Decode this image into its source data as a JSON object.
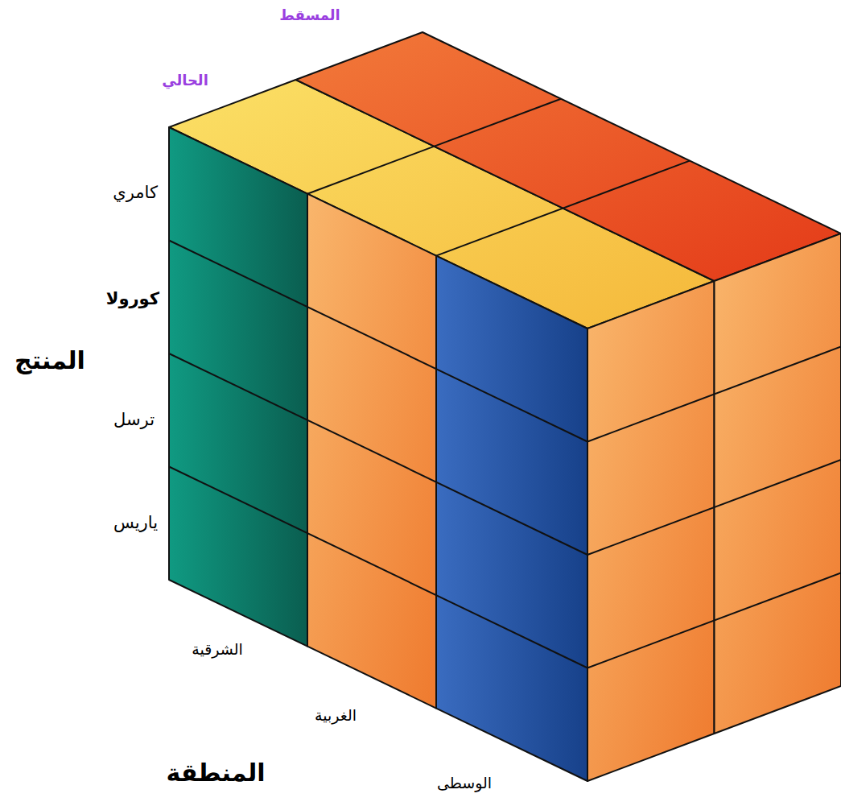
{
  "diagram": {
    "labels": [
      "المسقط",
      "الحالي",
      "كامري",
      "كورولا",
      "المنتج",
      "ترسل",
      "ياريس",
      "الشرقية",
      "الغربية",
      "المنطقة",
      "الوسطى"
    ]
  }
}
